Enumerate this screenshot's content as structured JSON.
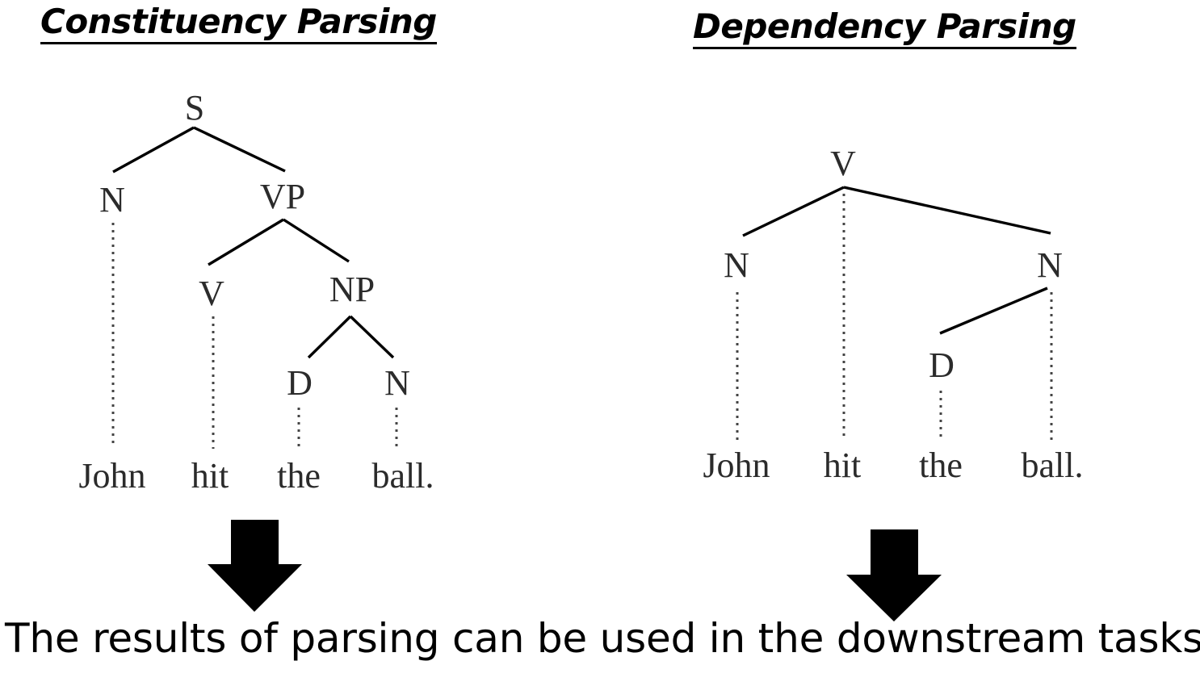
{
  "constituency": {
    "heading": "Constituency Parsing",
    "nodes": {
      "s": "S",
      "n": "N",
      "vp": "VP",
      "v": "V",
      "np": "NP",
      "d": "D",
      "n2": "N"
    },
    "words": [
      "John",
      "hit",
      "the",
      "ball."
    ]
  },
  "dependency": {
    "heading": "Dependency Parsing",
    "nodes": {
      "v": "V",
      "n_left": "N",
      "n_right": "N",
      "d": "D"
    },
    "words": [
      "John",
      "hit",
      "the",
      "ball."
    ]
  },
  "footer": "The results of parsing can be used in the downstream tasks."
}
